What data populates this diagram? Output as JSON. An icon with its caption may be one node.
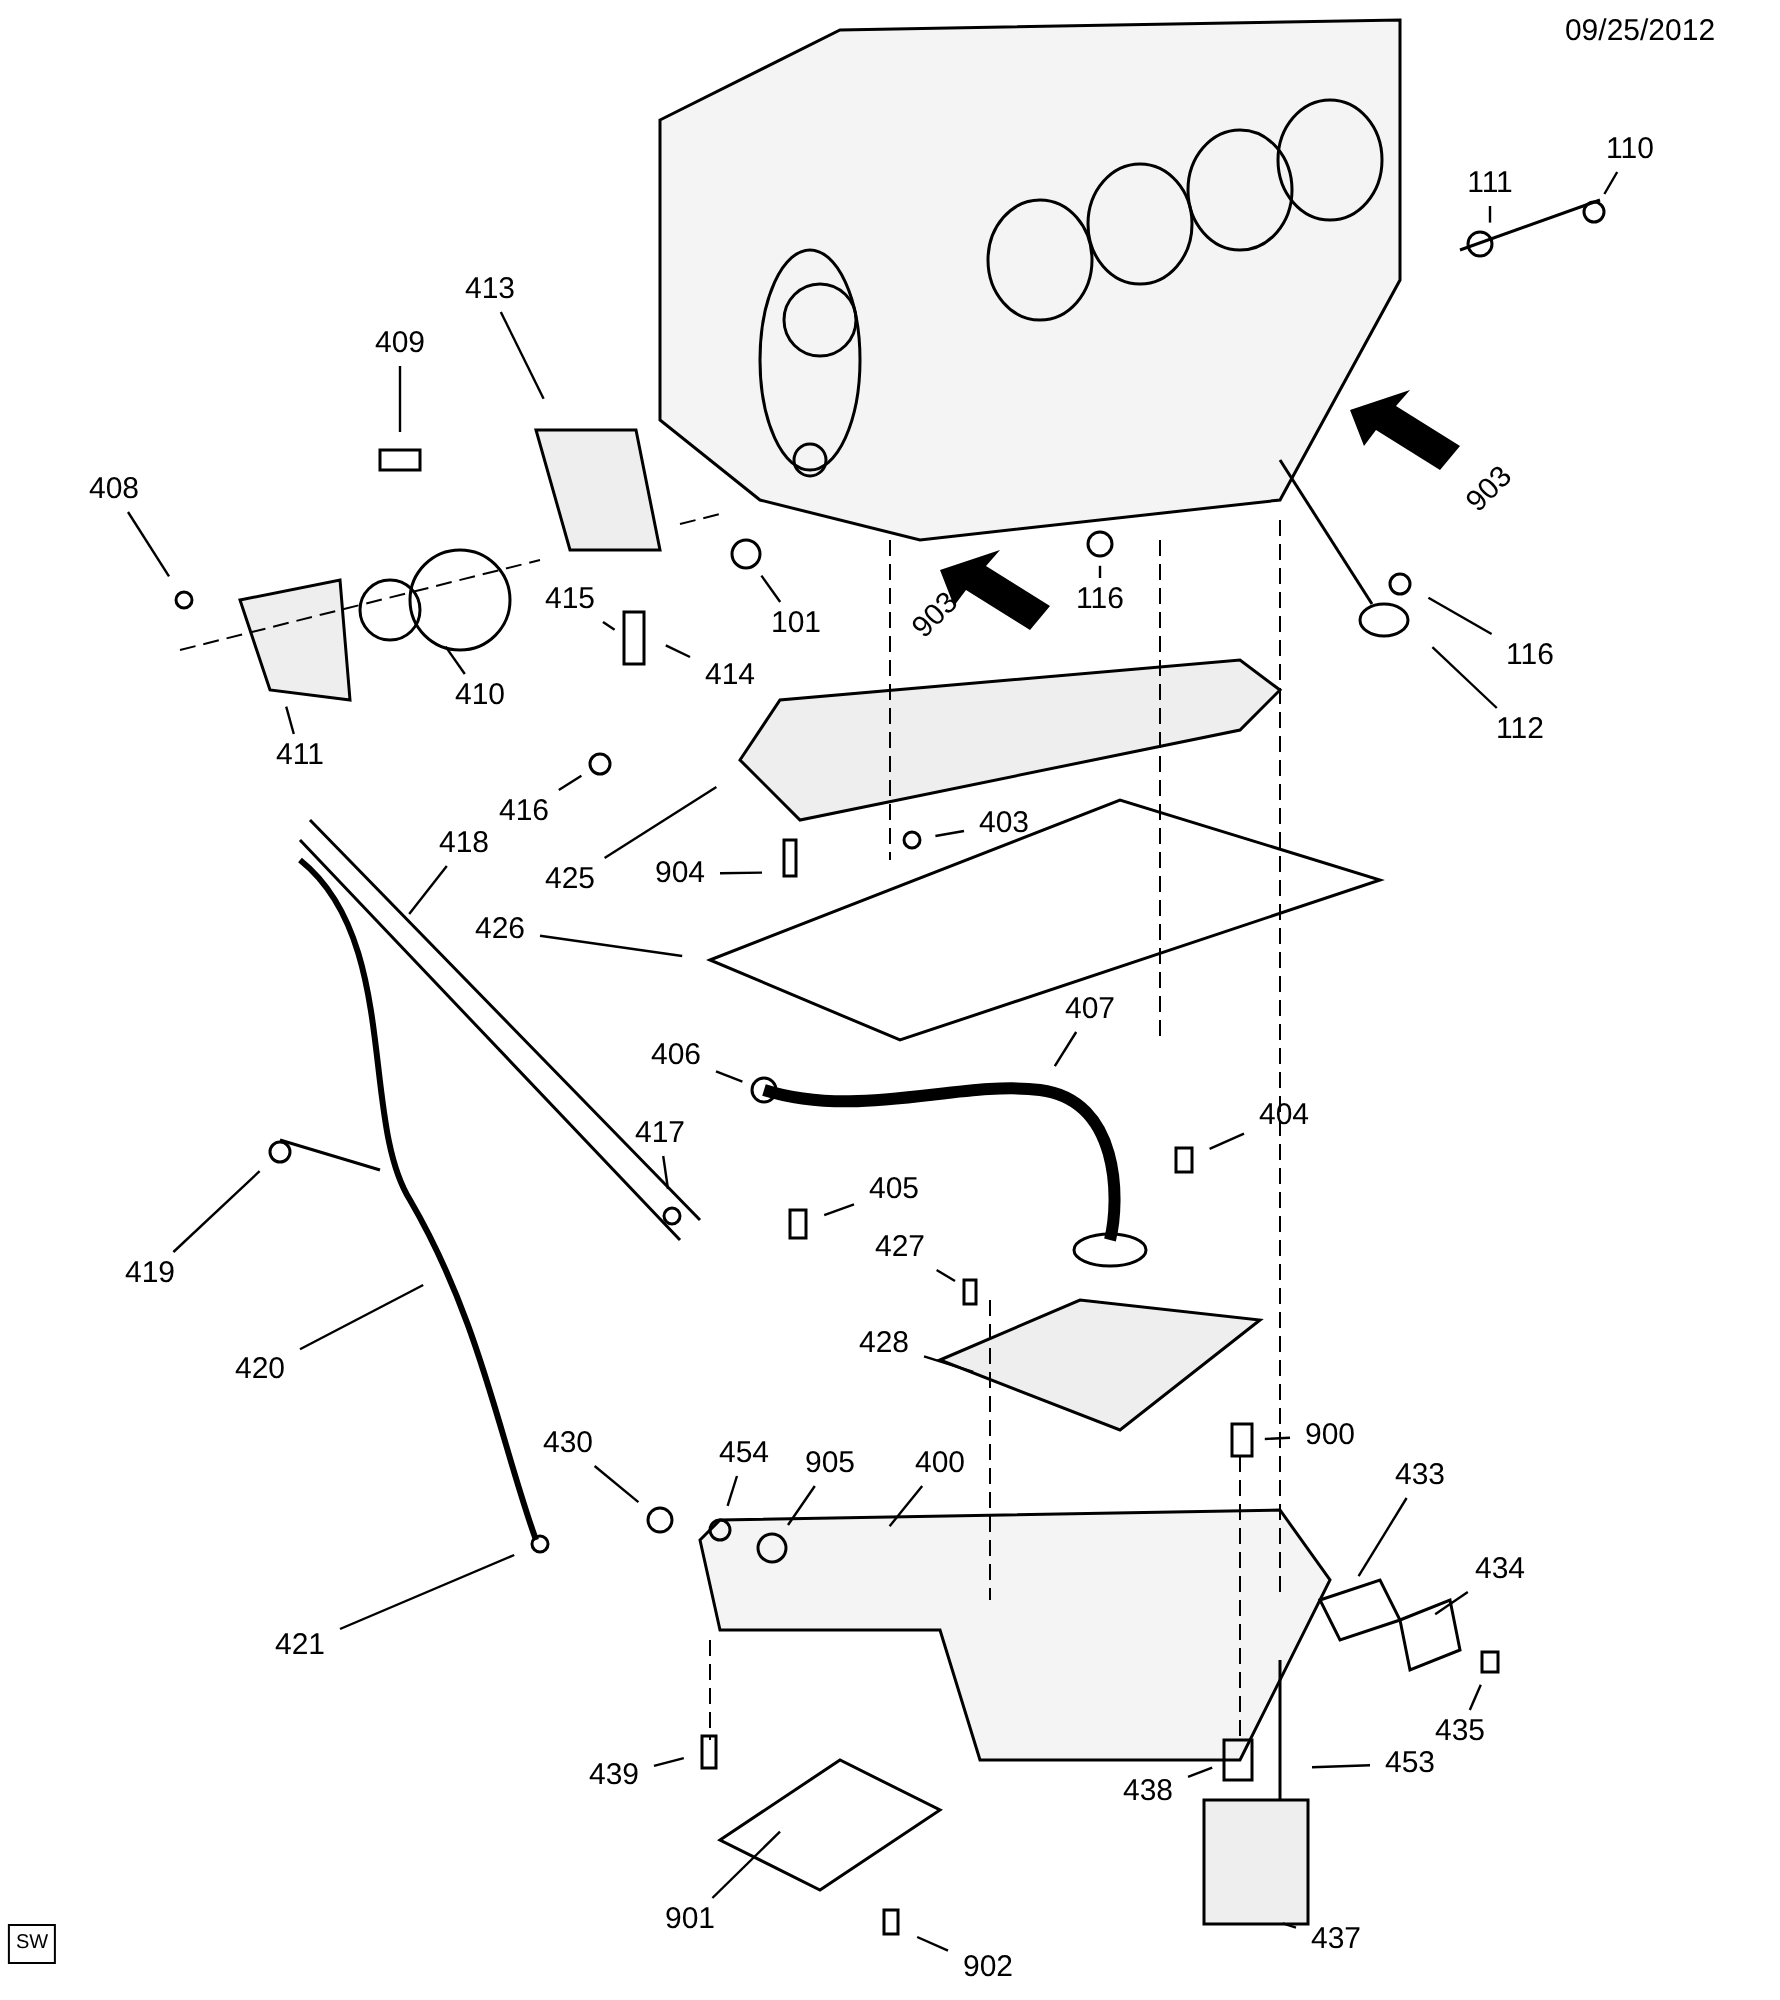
{
  "diagram": {
    "nodes": [
      {
        "text": [
          "111"
        ]
      },
      {
        "text": [
          "110"
        ]
      },
      {
        "text": [
          "413"
        ]
      },
      {
        "text": [
          "409"
        ]
      },
      {
        "text": [
          "408"
        ]
      },
      {
        "text": [
          "101"
        ]
      },
      {
        "text": [
          "116"
        ]
      },
      {
        "text": [
          "116"
        ]
      },
      {
        "text": [
          "112"
        ]
      },
      {
        "text": [
          "414"
        ]
      },
      {
        "text": [
          "415"
        ]
      },
      {
        "text": [
          "410"
        ]
      },
      {
        "text": [
          "411"
        ]
      },
      {
        "text": [
          "416"
        ]
      },
      {
        "text": [
          "418"
        ]
      },
      {
        "text": [
          "425"
        ]
      },
      {
        "text": [
          "403"
        ]
      },
      {
        "text": [
          "904"
        ]
      },
      {
        "text": [
          "426"
        ]
      },
      {
        "text": [
          "406"
        ]
      },
      {
        "text": [
          "407"
        ]
      },
      {
        "text": [
          "404"
        ]
      },
      {
        "text": [
          "417"
        ]
      },
      {
        "text": [
          "405"
        ]
      },
      {
        "text": [
          "419"
        ]
      },
      {
        "text": [
          "427"
        ]
      },
      {
        "text": [
          "428"
        ]
      },
      {
        "text": [
          "420"
        ]
      },
      {
        "text": [
          "900"
        ]
      },
      {
        "text": [
          "430"
        ]
      },
      {
        "text": [
          "454"
        ]
      },
      {
        "text": [
          "905"
        ]
      },
      {
        "text": [
          "400"
        ]
      },
      {
        "text": [
          "433"
        ]
      },
      {
        "text": [
          "434"
        ]
      },
      {
        "text": [
          "435"
        ]
      },
      {
        "text": [
          "421"
        ]
      },
      {
        "text": [
          "439"
        ]
      },
      {
        "text": [
          "453"
        ]
      },
      {
        "text": [
          "438"
        ]
      },
      {
        "text": [
          "901"
        ]
      },
      {
        "text": [
          "902"
        ]
      },
      {
        "text": [
          "437"
        ]
      }
    ],
    "edges": [
      {
        "from": 0,
        "to": null,
        "arrow": "none"
      },
      {
        "from": 1,
        "to": null,
        "arrow": "none"
      },
      {
        "from": 2,
        "to": null,
        "arrow": "none"
      },
      {
        "from": 3,
        "to": null,
        "arrow": "none"
      },
      {
        "from": 4,
        "to": null,
        "arrow": "none"
      },
      {
        "from": 5,
        "to": null,
        "arrow": "none"
      },
      {
        "from": 6,
        "to": null,
        "arrow": "none"
      },
      {
        "from": 7,
        "to": null,
        "arrow": "none"
      },
      {
        "from": 8,
        "to": null,
        "arrow": "none"
      },
      {
        "from": 9,
        "to": null,
        "arrow": "none"
      },
      {
        "from": 10,
        "to": null,
        "arrow": "none"
      },
      {
        "from": 11,
        "to": null,
        "arrow": "none"
      },
      {
        "from": 12,
        "to": null,
        "arrow": "none"
      },
      {
        "from": 13,
        "to": null,
        "arrow": "none"
      },
      {
        "from": 14,
        "to": null,
        "arrow": "none"
      },
      {
        "from": 15,
        "to": null,
        "arrow": "none"
      },
      {
        "from": 16,
        "to": null,
        "arrow": "none"
      },
      {
        "from": 17,
        "to": null,
        "arrow": "none"
      },
      {
        "from": 18,
        "to": null,
        "arrow": "none"
      },
      {
        "from": 19,
        "to": null,
        "arrow": "none"
      },
      {
        "from": 20,
        "to": null,
        "arrow": "none"
      },
      {
        "from": 21,
        "to": null,
        "arrow": "none"
      },
      {
        "from": 22,
        "to": null,
        "arrow": "none"
      },
      {
        "from": 23,
        "to": null,
        "arrow": "none"
      },
      {
        "from": 24,
        "to": null,
        "arrow": "none"
      },
      {
        "from": 25,
        "to": null,
        "arrow": "none"
      },
      {
        "from": 26,
        "to": null,
        "arrow": "none"
      },
      {
        "from": 27,
        "to": null,
        "arrow": "none"
      },
      {
        "from": 28,
        "to": null,
        "arrow": "none"
      },
      {
        "from": 29,
        "to": null,
        "arrow": "none"
      },
      {
        "from": 30,
        "to": null,
        "arrow": "none"
      },
      {
        "from": 31,
        "to": null,
        "arrow": "none"
      },
      {
        "from": 32,
        "to": null,
        "arrow": "none"
      },
      {
        "from": 33,
        "to": null,
        "arrow": "none"
      },
      {
        "from": 34,
        "to": null,
        "arrow": "none"
      },
      {
        "from": 35,
        "to": null,
        "arrow": "none"
      },
      {
        "from": 36,
        "to": null,
        "arrow": "none"
      },
      {
        "from": 37,
        "to": null,
        "arrow": "none"
      },
      {
        "from": 38,
        "to": null,
        "arrow": "none"
      },
      {
        "from": 39,
        "to": null,
        "arrow": "none"
      },
      {
        "from": 40,
        "to": null,
        "arrow": "none"
      },
      {
        "from": 41,
        "to": null,
        "arrow": "none"
      },
      {
        "from": 42,
        "to": null,
        "arrow": "none"
      }
    ],
    "labels": [
      "09/25/2012",
      "903",
      "903",
      "SW"
    ]
  }
}
